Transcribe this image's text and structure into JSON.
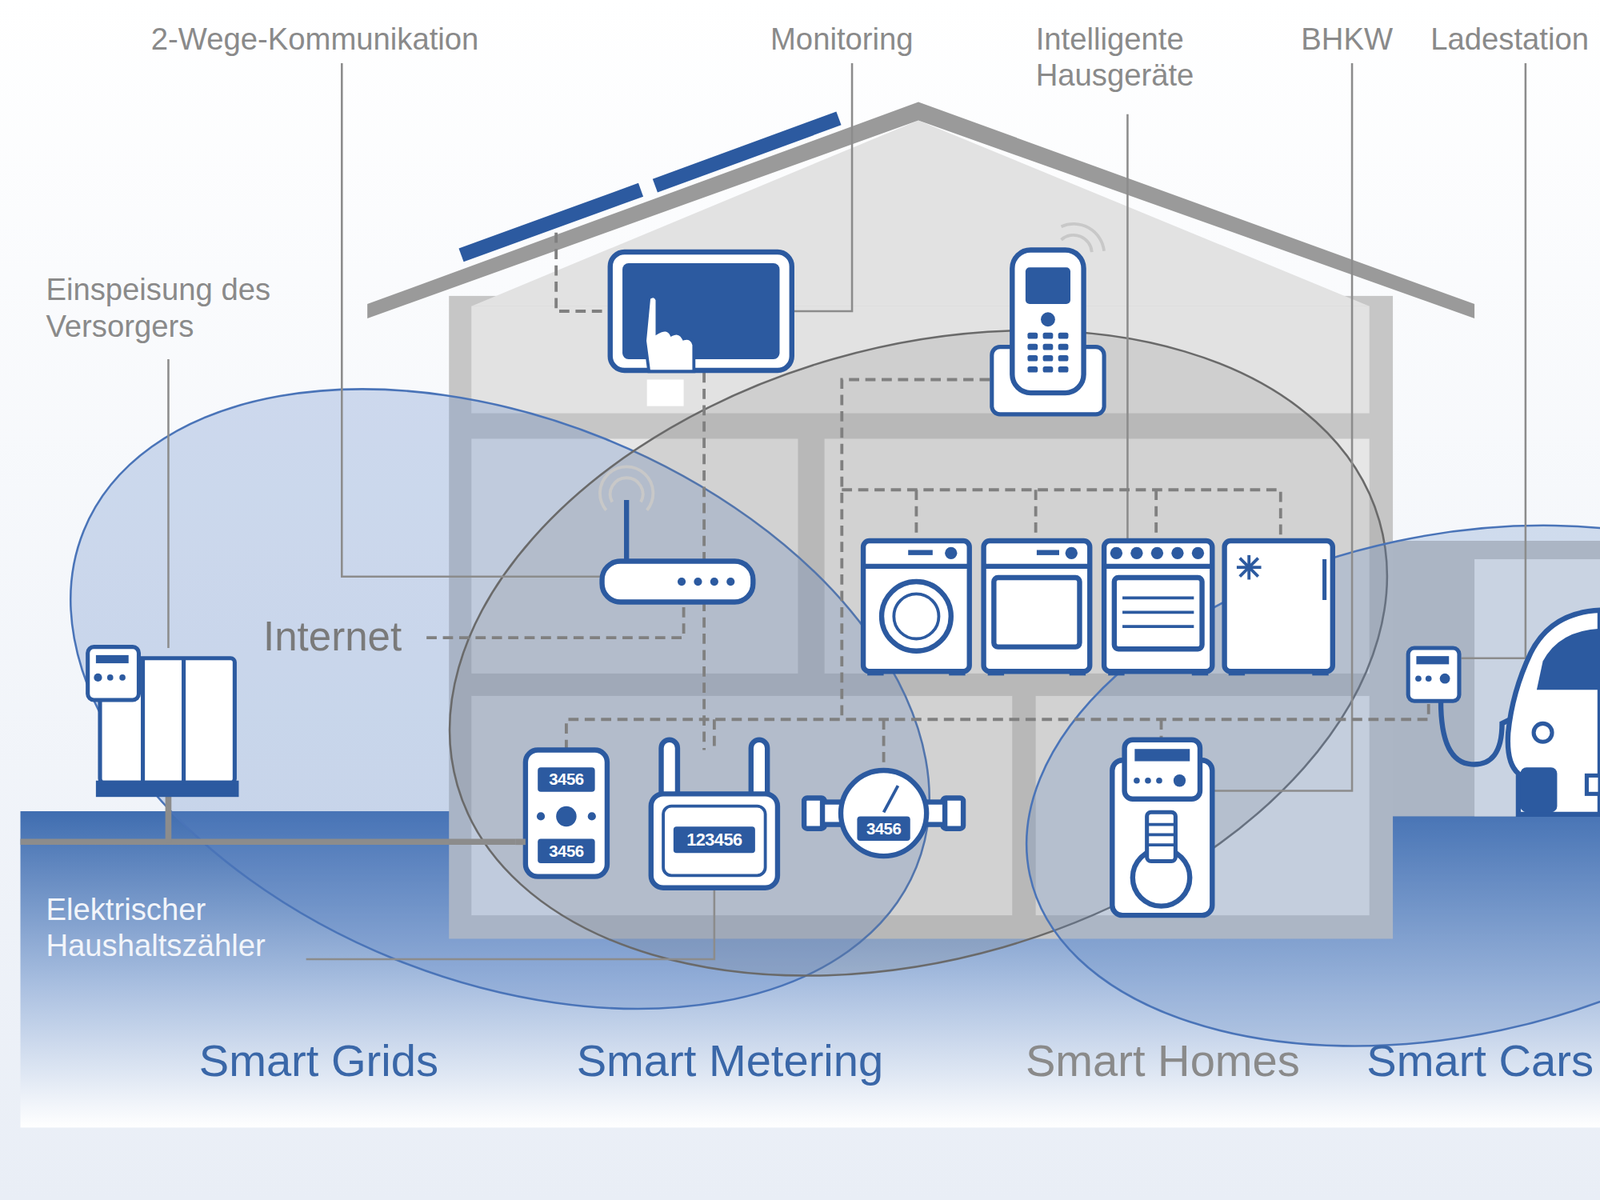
{
  "diagram": {
    "labels": [
      "2-Wege-Kommunikation",
      "Monitoring",
      "Intelligente Hausgeräte",
      "BHKW",
      "Ladestation",
      "Einspeisung des Versorgers",
      "Internet",
      "Elektrischer Haushaltszähler",
      "Smart Grids",
      "Smart Metering",
      "Smart Homes",
      "Smart Cars",
      "3456",
      "3456",
      "123456",
      "3456"
    ]
  }
}
